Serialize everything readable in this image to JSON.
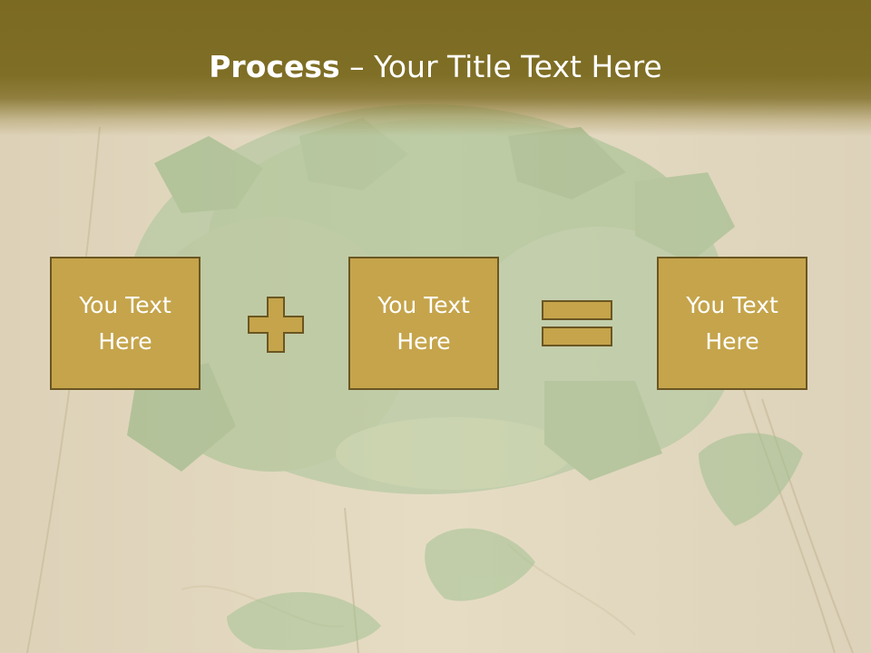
{
  "slide": {
    "title_bold": "Process",
    "title_rest": " – Your Title Text Here",
    "steps": [
      {
        "label": "You Text\nHere"
      },
      {
        "label": "You Text\nHere"
      },
      {
        "label": "You Text\nHere"
      }
    ],
    "operators": [
      "plus-icon",
      "equals-icon"
    ]
  },
  "colors": {
    "title_band": "#7b6a22",
    "box_fill": "#c5a44b",
    "box_border": "#6a5622",
    "text": "#ffffff"
  }
}
